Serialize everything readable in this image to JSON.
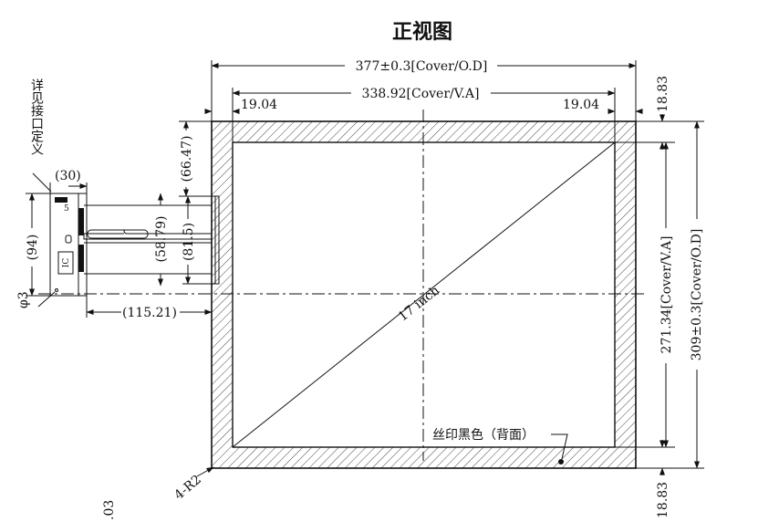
{
  "title": "正视图",
  "dimensions": {
    "cover_od_width": "377±0.3[Cover/O.D]",
    "cover_va_width": "338.92[Cover/V.A]",
    "border_left": "19.04",
    "border_right": "19.04",
    "border_top": "18.83",
    "border_bottom": "18.83",
    "cover_va_height": "271.34[Cover/V.A]",
    "cover_od_height": "309±0.3[Cover/O.D]",
    "tail_offset": "(66.47)",
    "tail_width_inner": "(58.79)",
    "tail_width_outer": "(81.5)",
    "tail_length": "(115.21)",
    "connector_width": "(30)",
    "connector_height": "(94)",
    "hole": "φ3",
    "corner_radius": "4-R2",
    "bottom_note": ".03"
  },
  "diagonal_label": "17 inch",
  "annotations": {
    "interface_note": "详见接口定义",
    "silkscreen_note": "丝印黑色（背面）",
    "ic_label": "IC",
    "pin_label": "5"
  }
}
